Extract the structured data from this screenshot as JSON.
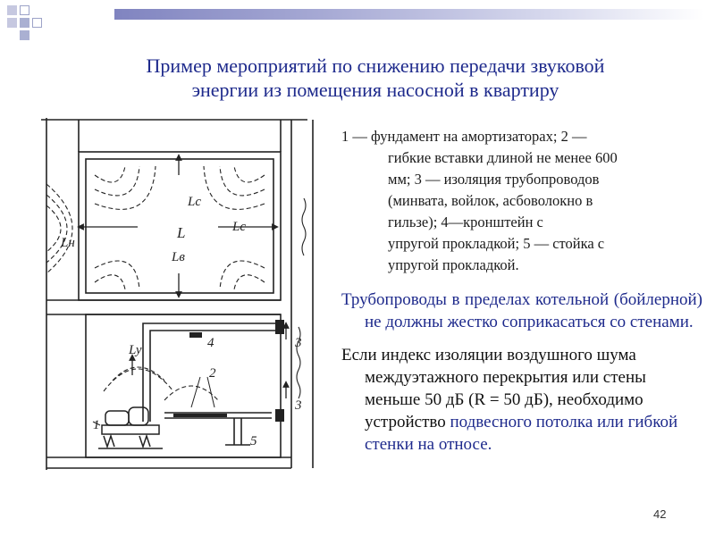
{
  "title": {
    "line1": "Пример мероприятий по снижению передачи звуковой",
    "line2": "энергии из помещения насосной в квартиру"
  },
  "figure": {
    "labels": {
      "lc_top": "Lc",
      "lc_right": "Lc",
      "l": "L",
      "ln": "Lн",
      "lv": "Lв",
      "ly": "Ly",
      "n1": "1",
      "n2": "2",
      "n3a": "3",
      "n3b": "3",
      "n4": "4",
      "n5": "5"
    }
  },
  "list": {
    "item1": {
      "l1a": "1 — фундамент на амортизаторах; 2 —",
      "l2": "гибкие  вставки длиной не менее 600",
      "l3": "мм;  3  —  изоляция  трубопроводов",
      "l4": "(минвата, войлок, асбоволокно в",
      "l5": "гильзе);    4—кронштейн    с",
      "l6": "упругой прокладкой; 5 — стойка с",
      "l7": "упругой прокладкой."
    },
    "item2": "Трубопроводы в пределах котельной (бойлерной) не должны жестко соприкасаться со стенами.",
    "item3": {
      "part1": "Если индекс изоляции воздушного шума междуэтажного перекрытия или стены меньше 50 дБ (R = 50 дБ), необходимо устройство ",
      "part2": "подвесного потолка или гибкой стенки на относе."
    }
  },
  "page_number": "42"
}
